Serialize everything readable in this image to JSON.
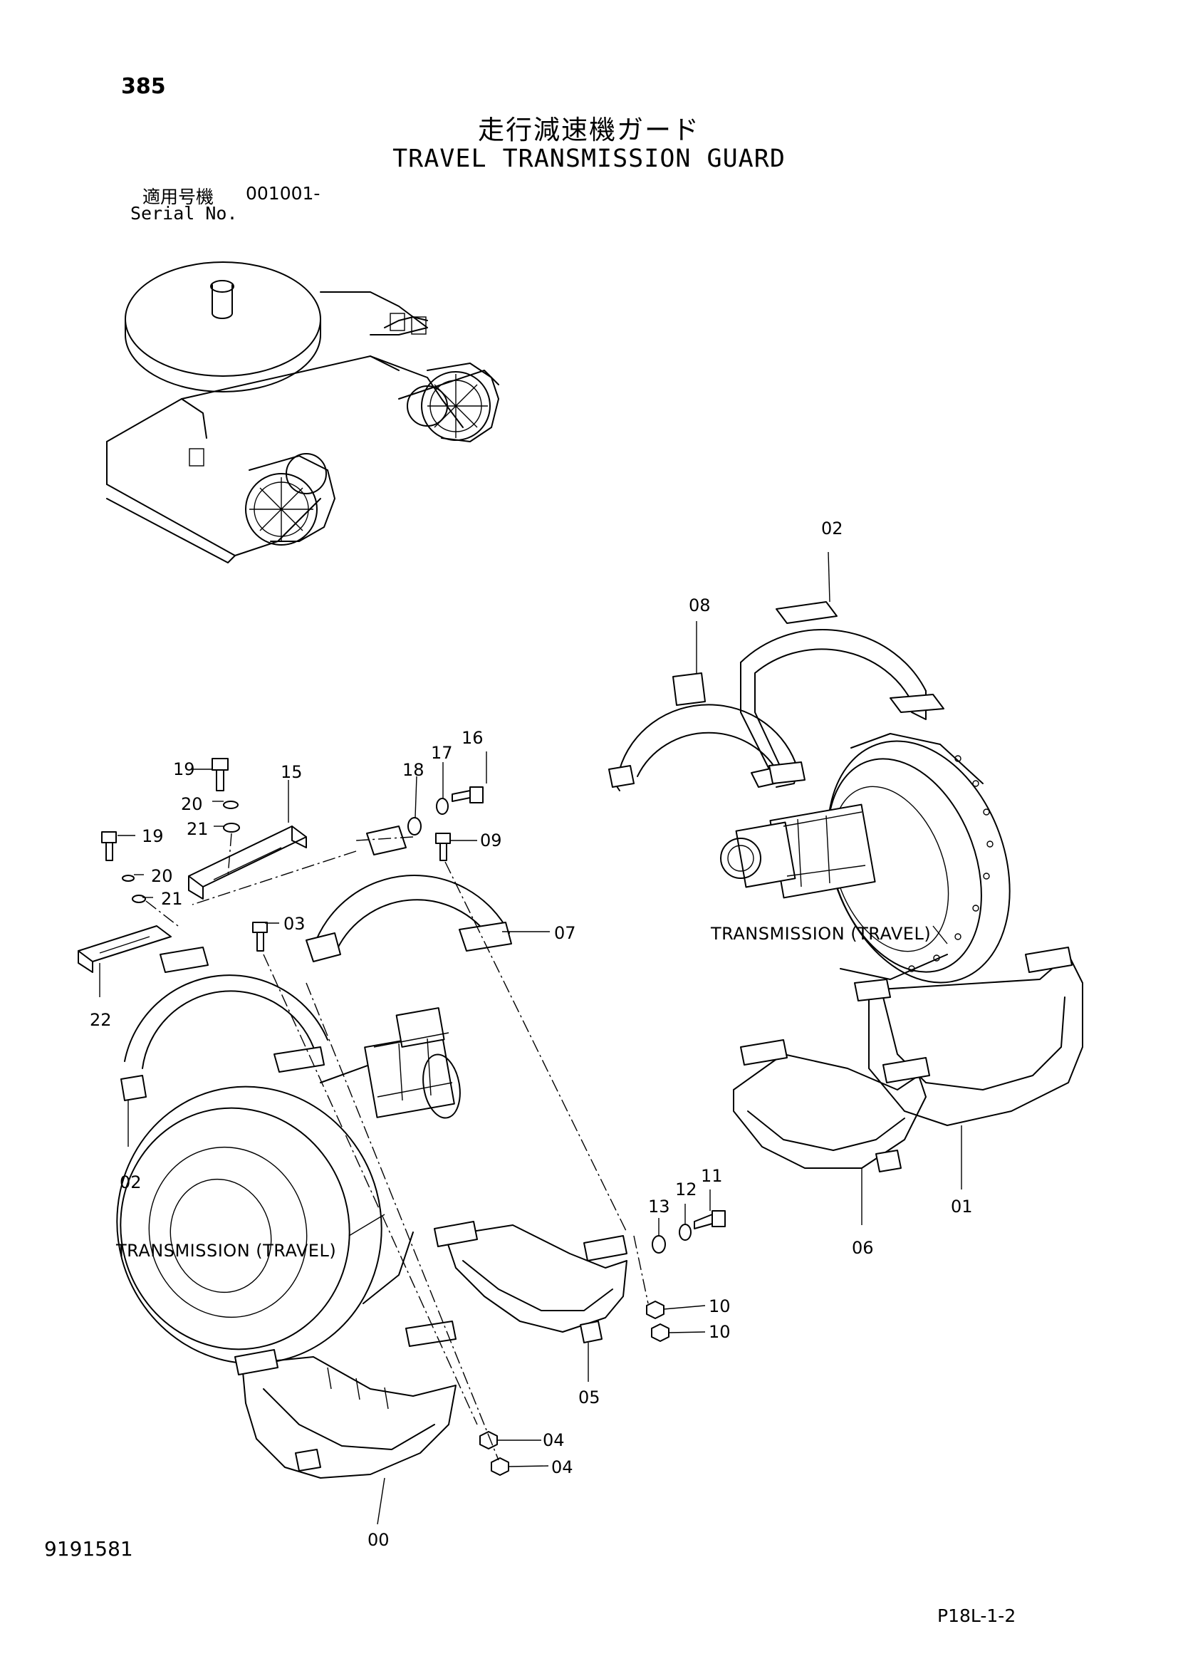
{
  "page_number": "385",
  "title_jp": "走行減速機ガード",
  "title_en": "TRAVEL TRANSMISSION GUARD",
  "serial": {
    "label_jp": "適用号機",
    "value": "001001-",
    "label_en": "Serial No."
  },
  "labels": {
    "transmission_upper": "TRANSMISSION (TRAVEL)",
    "transmission_lower": "TRANSMISSION (TRAVEL)"
  },
  "callouts": {
    "c00": "00",
    "c01": "01",
    "c02_top": "02",
    "c02_left": "02",
    "c03": "03",
    "c04_a": "04",
    "c04_b": "04",
    "c05": "05",
    "c06": "06",
    "c07": "07",
    "c08": "08",
    "c09": "09",
    "c10_a": "10",
    "c10_b": "10",
    "c11": "11",
    "c12": "12",
    "c13": "13",
    "c15": "15",
    "c16": "16",
    "c17": "17",
    "c18": "18",
    "c19_a": "19",
    "c19_b": "19",
    "c20_a": "20",
    "c20_b": "20",
    "c21_a": "21",
    "c21_b": "21",
    "c22": "22"
  },
  "doc_number": "9191581",
  "page_code": "P18L-1-2"
}
